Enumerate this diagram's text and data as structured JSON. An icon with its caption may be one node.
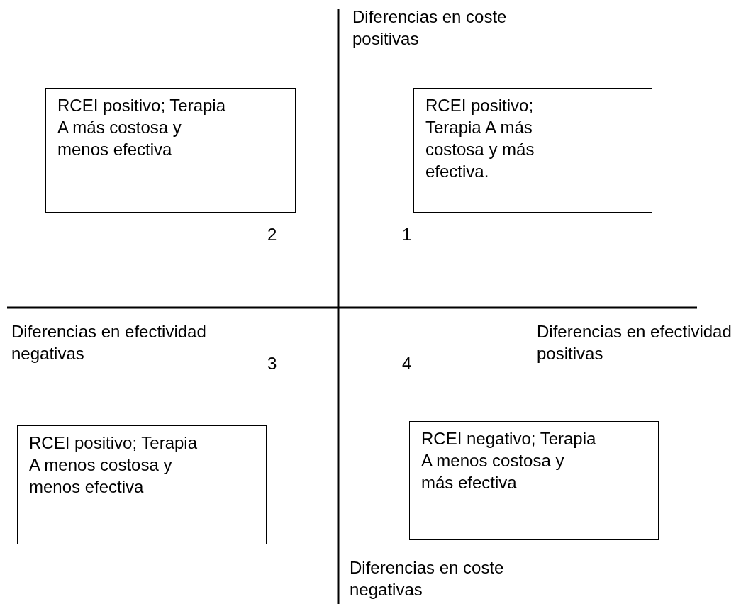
{
  "diagram": {
    "nodes": [
      {
        "text": [
          "RCEI positivo; Terapia A más costosa y menos efectiva"
        ]
      },
      {
        "text": [
          "RCEI positivo; Terapia A más costosa y más efectiva."
        ]
      },
      {
        "text": [
          "RCEI positivo; Terapia A menos costosa y menos efectiva"
        ]
      },
      {
        "text": [
          "RCEI negativo; Terapia A menos costosa y más efectiva"
        ]
      }
    ],
    "edges": [],
    "labels": [
      "Diferencias en coste positivas",
      "2",
      "1",
      "Diferencias en efectividad negativas",
      "3",
      "4",
      "Diferencias en efectividad positivas",
      "Diferencias en coste negativas"
    ]
  }
}
